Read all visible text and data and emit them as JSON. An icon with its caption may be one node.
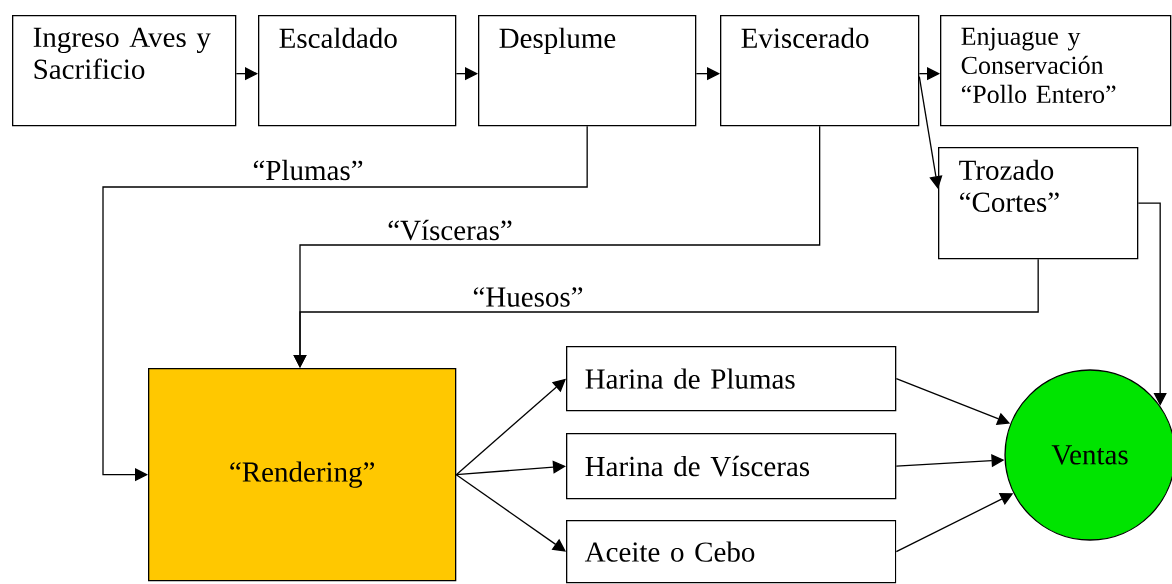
{
  "diagram": {
    "nodes": [
      {
        "text": [
          "Ingreso Aves y Sacrificio"
        ]
      },
      {
        "text": [
          "Escaldado"
        ]
      },
      {
        "text": [
          "Desplume"
        ]
      },
      {
        "text": [
          "Eviscerado"
        ]
      },
      {
        "text": [
          "Enjuague y Conservación “Pollo Entero”"
        ]
      },
      {
        "text": [
          "Trozado “Cortes”"
        ]
      },
      {
        "text": [
          "“Rendering”"
        ]
      },
      {
        "text": [
          "Harina de Plumas"
        ]
      },
      {
        "text": [
          "Harina de Vísceras"
        ]
      },
      {
        "text": [
          "Aceite o Cebo"
        ]
      },
      {
        "text": [
          "Ventas"
        ]
      }
    ],
    "edges": [
      {
        "from": 0,
        "to": 1,
        "arrow": "to"
      },
      {
        "from": 1,
        "to": 2,
        "arrow": "to"
      },
      {
        "from": 2,
        "to": 3,
        "arrow": "to"
      },
      {
        "from": 3,
        "to": 4,
        "arrow": "to"
      },
      {
        "from": 3,
        "to": 5,
        "arrow": "to"
      },
      {
        "from": 2,
        "to": 6,
        "arrow": "to",
        "label": "“Plumas”"
      },
      {
        "from": 3,
        "to": 6,
        "arrow": "to",
        "label": "“Vísceras”"
      },
      {
        "from": 5,
        "to": 6,
        "arrow": "to",
        "label": "“Huesos”"
      },
      {
        "from": 5,
        "to": 10,
        "arrow": "to"
      },
      {
        "from": 6,
        "to": 7,
        "arrow": "to"
      },
      {
        "from": 6,
        "to": 8,
        "arrow": "to"
      },
      {
        "from": 6,
        "to": 9,
        "arrow": "to"
      },
      {
        "from": 7,
        "to": 10,
        "arrow": "to"
      },
      {
        "from": 8,
        "to": 10,
        "arrow": "to"
      },
      {
        "from": 9,
        "to": 10,
        "arrow": "to"
      }
    ]
  }
}
